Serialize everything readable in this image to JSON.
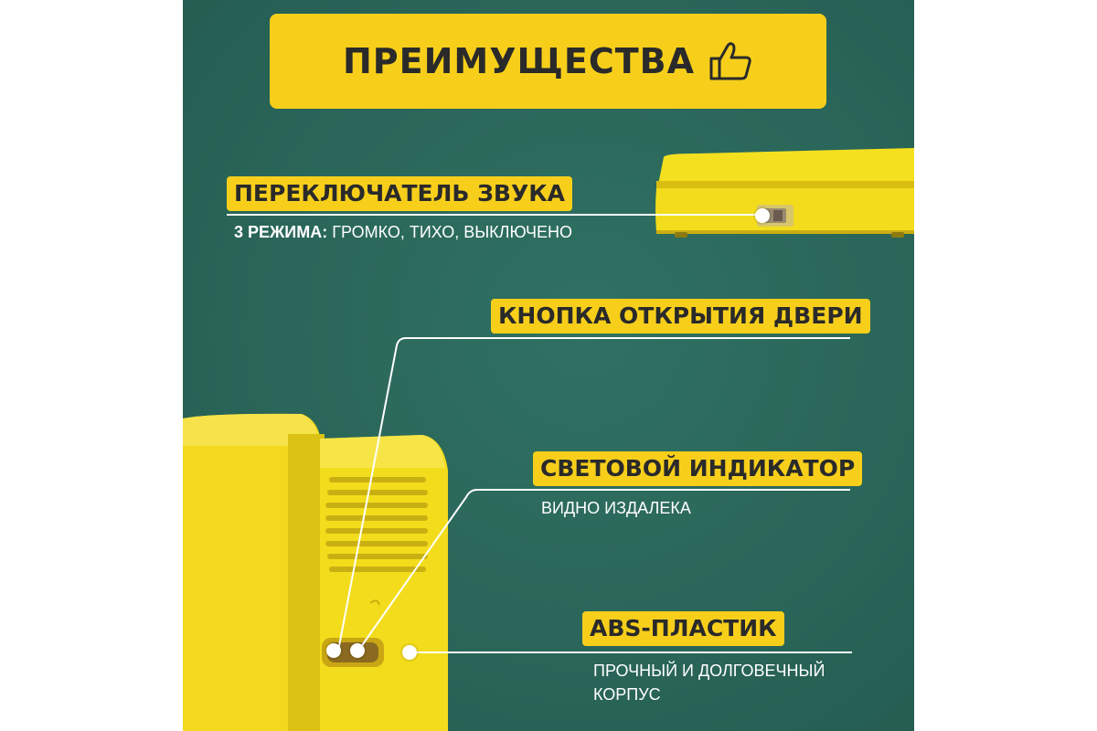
{
  "title": "ПРЕИМУЩЕСТВА",
  "features": {
    "sound_switch": {
      "label": "ПЕРЕКЛЮЧАТЕЛЬ ЗВУКА",
      "modes_prefix": "3 РЕЖИМА:",
      "modes_text": " ГРОМКО, ТИХО, ВЫКЛЮЧЕНО"
    },
    "door_button": {
      "label": "КНОПКА ОТКРЫТИЯ ДВЕРИ"
    },
    "indicator": {
      "label": "СВЕТОВОЙ ИНДИКАТОР",
      "description": "ВИДНО ИЗДАЛЕКА"
    },
    "abs": {
      "label": "ABS-ПЛАСТИК",
      "description_line1": "ПРОЧНЫЙ И ДОЛГОВЕЧНЫЙ",
      "description_line2": "КОРПУС"
    }
  },
  "colors": {
    "background": "#2a6659",
    "accent": "#f7cf1b",
    "device": "#f3dc1c",
    "text_dark": "#2a2a2a",
    "text_light": "#ffffff"
  },
  "icons": [
    "thumbs-up-icon"
  ]
}
